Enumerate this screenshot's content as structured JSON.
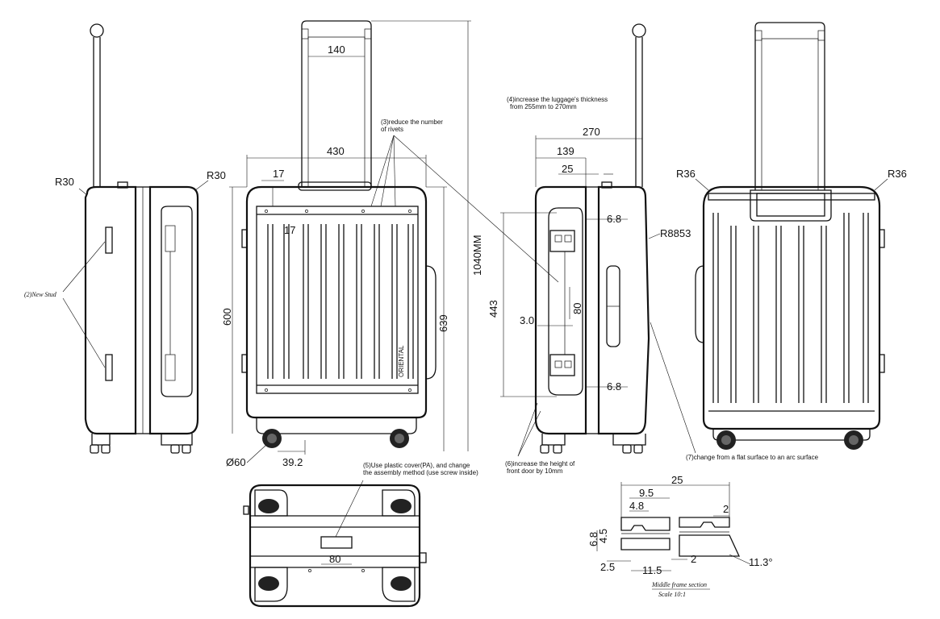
{
  "dimensions": {
    "side_left_radius_a": "R30",
    "side_left_radius_b": "R30",
    "handle_width": "140",
    "body_width": "430",
    "frame_offset": "17",
    "frame_offset_b": "17",
    "body_height": "600",
    "overall_height": "1040MM",
    "side_height": "639",
    "wheel_dia": "Ø60",
    "wheel_offset": "39.2",
    "thickness": "270",
    "depth_front": "139",
    "door_depth": "25",
    "gap_top": "6.8",
    "gap_bottom": "6.8",
    "arc_radius": "R8853",
    "door_height": "443",
    "hinge_spacing": "80",
    "hinge_offset": "3.0",
    "rear_radius_a": "R36",
    "rear_radius_b": "R36",
    "bottom_plate": "80"
  },
  "notes": {
    "new_stud": "(2)New Stud",
    "rivets_line1": "(3)reduce the number",
    "rivets_line2": "of rivets",
    "thickness_line1": "(4)increase the luggage's thickness",
    "thickness_line2": "from 255mm to 270mm",
    "cover_line1": "(5)Use plastic cover(PA), and change",
    "cover_line2": "the assembly method (use screw inside)",
    "door_line1": "(6)increase the height of",
    "door_line2": "front door by 10mm",
    "arc_note": "(7)change from a flat surface to an arc surface",
    "brand": "ORIENTAL"
  },
  "section": {
    "title": "Middle frame section",
    "scale": "Scale 10:1",
    "d25": "25",
    "d95": "9.5",
    "d48": "4.8",
    "d2a": "2",
    "d68": "6.8",
    "d45": "4.5",
    "d25b": "2.5",
    "d115": "11.5",
    "d2b": "2",
    "angle": "11.3°"
  }
}
